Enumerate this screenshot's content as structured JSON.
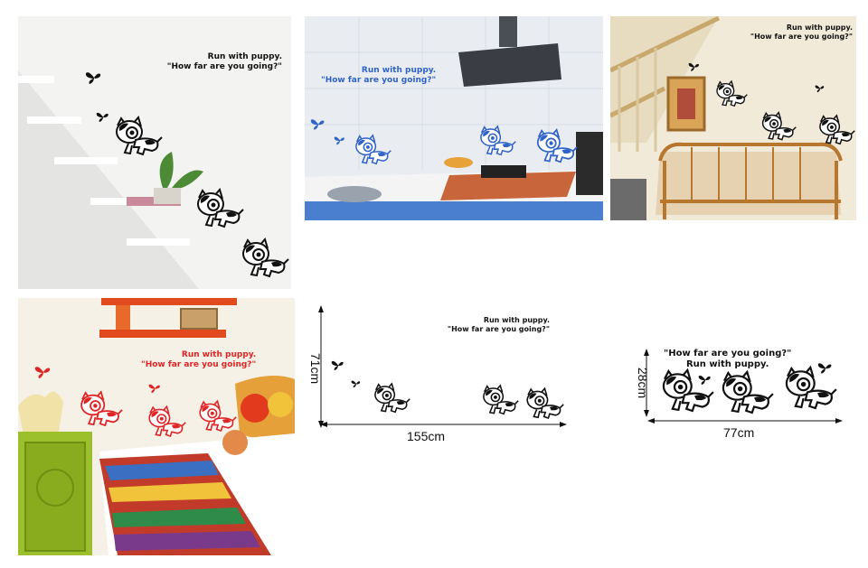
{
  "caption": {
    "line1": "Run with puppy.",
    "line2": "\"How far are you going?\""
  },
  "caption_swapped": {
    "line1": "\"How far are you going?\"",
    "line2": "Run with puppy."
  },
  "dimensions": {
    "layout_a": {
      "height": "71cm",
      "width": "155cm"
    },
    "layout_b": {
      "height": "28cm",
      "width": "77cm"
    }
  },
  "colors": {
    "black": "#111111",
    "blue": "#2f63c8",
    "red": "#e02424"
  }
}
